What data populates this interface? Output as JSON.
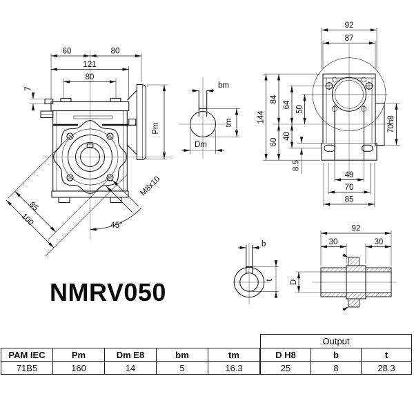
{
  "title": "NMRV050",
  "front_view": {
    "dim_left_to_axis": "60",
    "dim_axis_to_flange": "80",
    "dim_overall_width": "121",
    "dim_pad_span": "80",
    "dim_pad_height": "7",
    "dim_motor_flange_dia": "Pm",
    "dim_bolt_diagonal": "85",
    "dim_corner_diagonal": "100",
    "dim_angle": "45°",
    "dim_tapped_hole": "M8x10"
  },
  "input_shaft_view": {
    "dim_key_width": "bm",
    "dim_key_depth": "tm",
    "dim_bore_dia": "Dm"
  },
  "side_view": {
    "dim_width_overall": "92",
    "dim_width_body": "87",
    "dim_height_overall": "144",
    "dim_top_to_axis": "84",
    "dim_bolts_to_axis": "64",
    "dim_bore_to_axis": "50",
    "dim_axis_to_slots": "40",
    "dim_axis_to_base": "60",
    "dim_slot_offset": "8.5",
    "dim_boss_dia": "70h8",
    "dim_inner_width": "49",
    "dim_slot_span": "70",
    "dim_base_width": "85"
  },
  "output_shaft_view": {
    "dim_key_width": "b",
    "dim_key_depth": "t",
    "dim_bore_dia": "D",
    "dim_length_overall": "92",
    "dim_length_left": "30",
    "dim_length_right": "30"
  },
  "spec_table": {
    "headers": [
      "PAM IEC",
      "Pm",
      "Dm E8",
      "bm",
      "tm"
    ],
    "values": [
      "71B5",
      "160",
      "14",
      "5",
      "16.3"
    ]
  },
  "output_table": {
    "group_header": "Output",
    "headers": [
      "D H8",
      "b",
      "t"
    ],
    "values": [
      "25",
      "8",
      "28.3"
    ]
  }
}
